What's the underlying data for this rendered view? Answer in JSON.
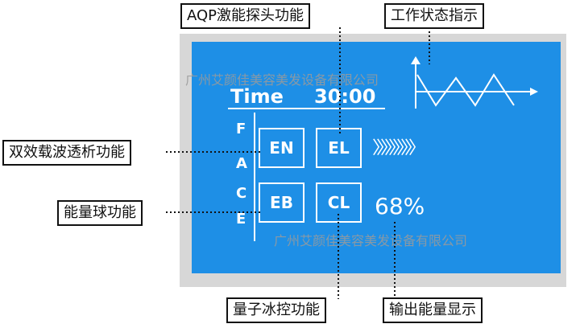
{
  "labels": {
    "aqp": "AQP激能探头功能",
    "status": "工作状态指示",
    "dual": "双效载波透析功能",
    "energy_ball": "能量球功能",
    "ice": "量子冰控功能",
    "output": "输出能量显示"
  },
  "display": {
    "time_label": "Time",
    "time_value": "30:00",
    "face_letters": [
      "F",
      "A",
      "C",
      "E"
    ],
    "buttons": [
      "EN",
      "EL",
      "EB",
      "CL"
    ],
    "energy_percent": "68%",
    "chevrons": "〉〉〉〉〉〉〉〉〉〉"
  },
  "watermark": "广州艾颜佳美容美发设备有限公司",
  "colors": {
    "screen": "#1e8fe6",
    "frame": "#d7d7d7"
  }
}
